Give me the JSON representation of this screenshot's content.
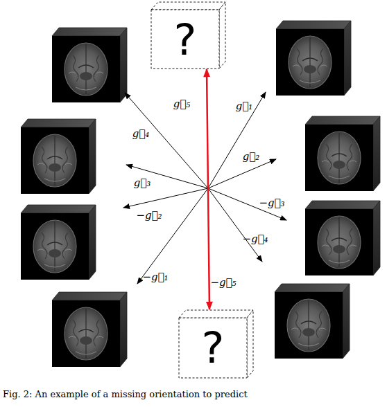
{
  "diagram": {
    "caption": "Fig. 2: An example of a missing orientation to predict",
    "nodes": [
      {
        "text": [
          "?"
        ]
      },
      {
        "text": [
          "?"
        ]
      }
    ],
    "edges": [
      {
        "from": 0,
        "to": 1,
        "arrow": "both"
      }
    ],
    "labels": [
      "g⃗₅",
      "g⃗₁",
      "g⃗₄",
      "g⃗₂",
      "g⃗₃",
      "−g⃗₃",
      "−g⃗₂",
      "−g⃗₄",
      "−g⃗₁",
      "−g⃗₅"
    ]
  }
}
